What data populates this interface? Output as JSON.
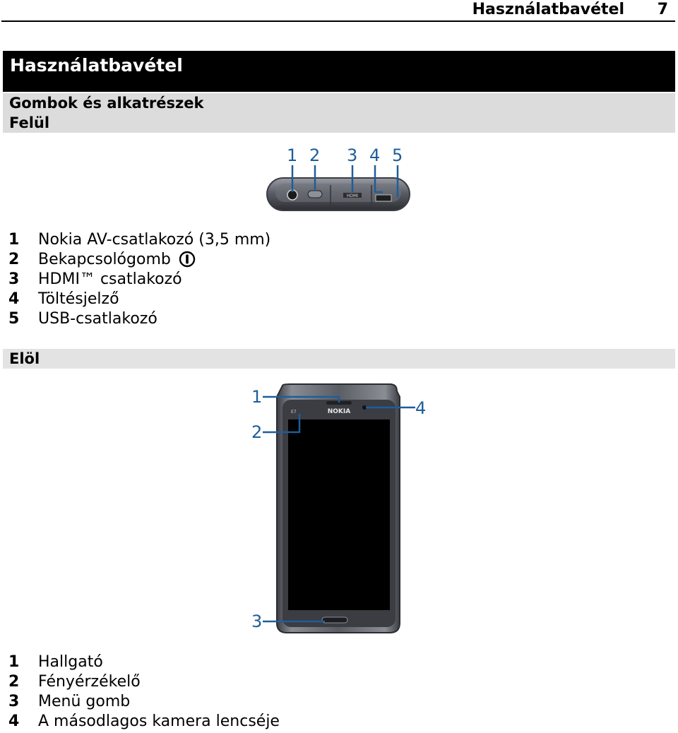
{
  "header": {
    "title": "Használatbavétel",
    "page_number": "7"
  },
  "chapter": {
    "title": "Használatbavétel"
  },
  "section": {
    "title": "Gombok és alkatrészek"
  },
  "top_view": {
    "subtitle": "Felül",
    "callouts": [
      "1",
      "2",
      "3",
      "4",
      "5"
    ],
    "port_label": "HDMI",
    "legend": [
      {
        "num": "1",
        "text": "Nokia AV-csatlakozó (3,5 mm)"
      },
      {
        "num": "2",
        "text": "Bekapcsológomb"
      },
      {
        "num": "3",
        "text": "HDMI™ csatlakozó"
      },
      {
        "num": "4",
        "text": "Töltésjelző"
      },
      {
        "num": "5",
        "text": "USB-csatlakozó"
      }
    ]
  },
  "front_view": {
    "subtitle": "Elöl",
    "callouts": [
      "1",
      "2",
      "3",
      "4"
    ],
    "brand": "NOKIA",
    "model": "E7",
    "legend": [
      {
        "num": "1",
        "text": "Hallgató"
      },
      {
        "num": "2",
        "text": "Fényérzékelő"
      },
      {
        "num": "3",
        "text": "Menü gomb"
      },
      {
        "num": "4",
        "text": "A másodlagos kamera lencséje"
      }
    ]
  },
  "colors": {
    "callout": "#1f5d99",
    "chapter_bar": "#000000",
    "section_bar": "#dcdcdc"
  }
}
